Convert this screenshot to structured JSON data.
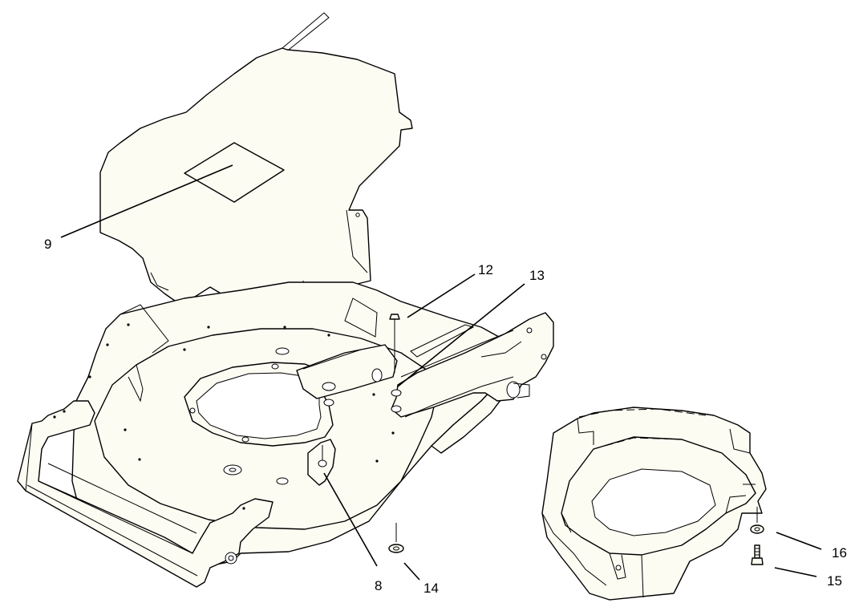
{
  "callouts": {
    "c9": "9",
    "c12": "12",
    "c13": "13",
    "c8": "8",
    "c14": "14",
    "c16": "16",
    "c15": "15"
  },
  "colors": {
    "part_fill": "#fdfcf3",
    "line": "#000000",
    "background": "#ffffff"
  }
}
